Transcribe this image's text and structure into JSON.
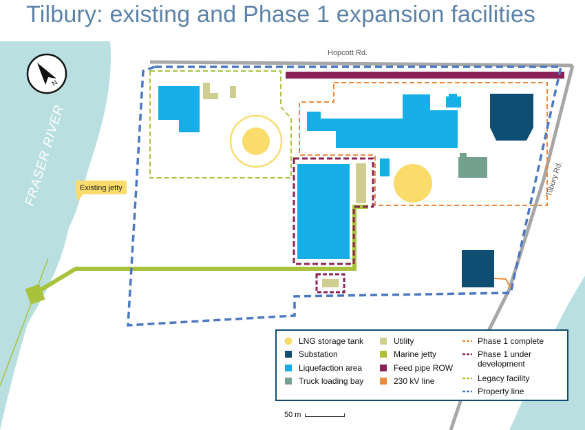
{
  "title": "Tilbury: existing and Phase 1 expansion facilities",
  "labels": {
    "river": "FRASER RIVER",
    "road_top": "Hopcott Rd.",
    "road_right": "Tilbury Rd.",
    "jetty_callout": "Existing jetty",
    "compass": "N"
  },
  "legend": [
    {
      "label": "LNG storage tank",
      "color": "#f9dc6b",
      "symbol": "circle"
    },
    {
      "label": "Substation",
      "color": "#0f4e73",
      "symbol": "square"
    },
    {
      "label": "Liquefaction area",
      "color": "#17aee8",
      "symbol": "square"
    },
    {
      "label": "Truck loading bay",
      "color": "#74a08e",
      "symbol": "square"
    },
    {
      "label": "Utility",
      "color": "#cfcd8f",
      "symbol": "square"
    },
    {
      "label": "Marine jetty",
      "color": "#a9c23c",
      "symbol": "square"
    },
    {
      "label": "Feed pipe ROW",
      "color": "#8b2257",
      "symbol": "square"
    },
    {
      "label": "230 kV line",
      "color": "#ec8a3c",
      "symbol": "square"
    },
    {
      "label": "Phase 1 complete",
      "color": "#ec8a3c",
      "symbol": "dash"
    },
    {
      "label": "Phase 1 under development",
      "color": "#8b2257",
      "symbol": "dash"
    },
    {
      "label": "Legacy facility",
      "color": "#a9c23c",
      "symbol": "dash"
    },
    {
      "label": "Property line",
      "color": "#4a78c2",
      "symbol": "dash"
    }
  ],
  "scale": {
    "label": "50 m"
  },
  "colors": {
    "water": "#b9dfe0",
    "road": "#a7a7a7",
    "title": "#5b82a8"
  }
}
